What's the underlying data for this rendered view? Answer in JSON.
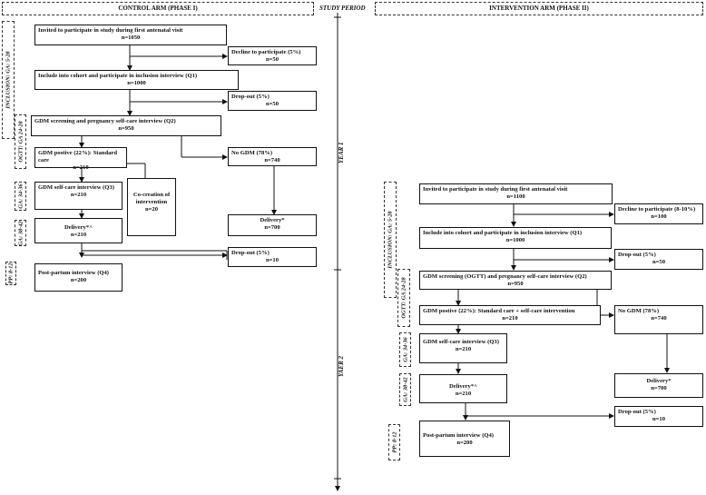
{
  "headers": {
    "control_arm": "CONTROL ARM (PHASE I)",
    "study_period": "STUDY PERIOD",
    "intervention_arm": "INTERVENTION ARM (PHASE II)"
  },
  "timeline": {
    "year1": "YEAR 1",
    "year2": "YAER 2"
  },
  "control": {
    "sides": {
      "inclusion": "INCLUSION: GA: 5-28",
      "ogtt": "OGTT: GA 24-28",
      "ga3436": "GA: 34-36",
      "ga3842": "GA: 38-42",
      "pp": "PP: 8-12"
    },
    "invite": {
      "title": "Invited to participate in study during first antenatal visit",
      "n": "n=1050"
    },
    "decline": {
      "title": "Decline to participate (5%)",
      "n": "n=50"
    },
    "include": {
      "title": "Include into cohort and participate in inclusion interview (Q1)",
      "n": "n=1000"
    },
    "dropout1": {
      "title": "Drop-out (5%)",
      "n": "n=50"
    },
    "screening": {
      "title": "GDM screening and pregnancy self-care interview (Q2)",
      "n": "n=950"
    },
    "gdm_pos": {
      "title": "GDM postive (22%): Standard care",
      "n": "n=210"
    },
    "no_gdm": {
      "title": "No GDM (78%)",
      "n": "n=740"
    },
    "selfcare": {
      "title": "GDM self-care interview (Q3)",
      "n": "n=210"
    },
    "cocreation": {
      "title": "Co-creation of intervention",
      "n": "n=20"
    },
    "delivery_gdm": {
      "title": "Delivery*^",
      "n": "n=210"
    },
    "delivery_no": {
      "title": "Delivery*",
      "n": "n=700"
    },
    "dropout2": {
      "title": "Drop-out (5%)",
      "n": "n=10"
    },
    "postpartum": {
      "title": "Post-partum interview (Q4)",
      "n": "n=200"
    }
  },
  "intervention": {
    "sides": {
      "inclusion": "INCLUSION: GA: 5-28",
      "ogtt": "OGTT: GA 24-28",
      "ga3436": "GA: 34-36",
      "ga3842": "GA: 38-42",
      "pp": "PP: 8-12"
    },
    "invite": {
      "title": "Invited to participate in study during first antenatal visit",
      "n": "n=1100"
    },
    "decline": {
      "title": "Decline to participate (8-10%)",
      "n": "n=100"
    },
    "include": {
      "title": "Include into cohort and participate in inclusion interview (Q1)",
      "n": "n=1000"
    },
    "dropout1": {
      "title": "Drop-out (5%)",
      "n": "n=50"
    },
    "screening": {
      "title": "GDM screening (OGTT) and pregnancy self-care interview (Q2)",
      "n": "n=950"
    },
    "gdm_pos": {
      "title": "GDM postive (22%): Standard care + self-care intervention",
      "n": "n=210"
    },
    "no_gdm": {
      "title": "No GDM (78%)",
      "n": "n=740"
    },
    "selfcare": {
      "title": "GDM self-care interview (Q3)",
      "n": "n=210"
    },
    "delivery_gdm": {
      "title": "Delivery*^",
      "n": "n=210"
    },
    "delivery_no": {
      "title": "Delivery*",
      "n": "n=700"
    },
    "dropout2": {
      "title": "Drop-out (5%)",
      "n": "n=10"
    },
    "postpartum": {
      "title": "Post-partum interview (Q4)",
      "n": "n=200"
    }
  }
}
